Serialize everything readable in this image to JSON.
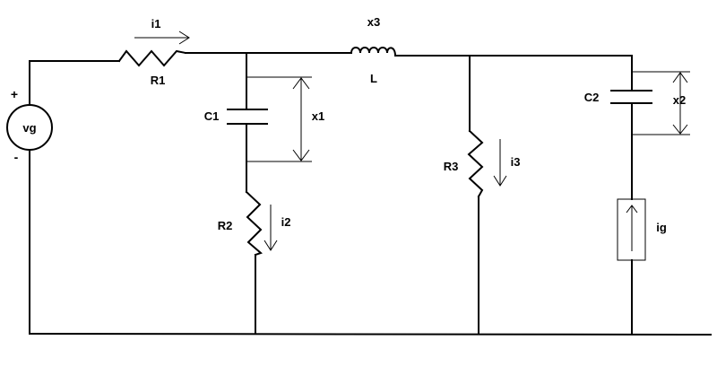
{
  "labels": {
    "i1": "i1",
    "R1": "R1",
    "x3": "x3",
    "L": "L",
    "C1": "C1",
    "x1": "x1",
    "R2": "R2",
    "i2": "i2",
    "R3": "R3",
    "i3": "i3",
    "C2": "C2",
    "x2": "x2",
    "ig": "ig",
    "vg": "vg",
    "plus": "+",
    "minus": "-"
  },
  "colors": {
    "stroke": "#000000",
    "background": "#ffffff"
  }
}
